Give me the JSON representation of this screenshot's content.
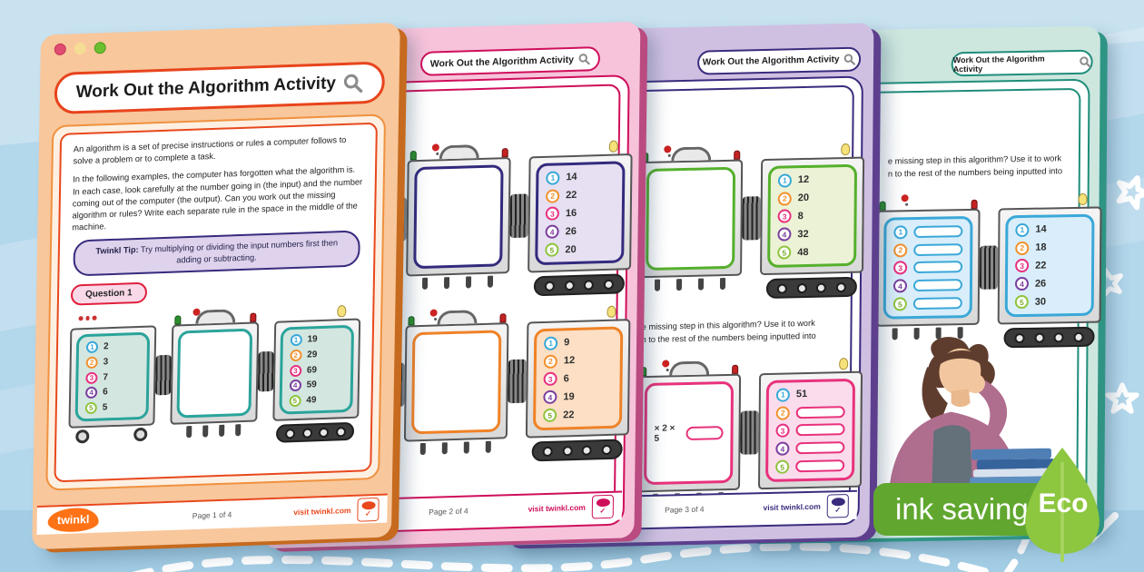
{
  "background": {
    "base_color": "#b3d7eb",
    "star_color": "#ffffff",
    "bottom_band_color": "#98c6df"
  },
  "eco_badge": {
    "label": "ink saving",
    "eco_label": "Eco",
    "pill_color": "#61a72f",
    "leaf_color": "#8dc63f"
  },
  "footer": {
    "visit_label": "visit twinkl.com",
    "brand": "twinkl",
    "badge_check": "✓"
  },
  "row_numbers": [
    "1",
    "2",
    "3",
    "4",
    "5"
  ],
  "colors": {
    "circle_row_colors": [
      "#3aa8d8",
      "#f2912d",
      "#e73180",
      "#7b3f9e",
      "#8fc43f"
    ],
    "window_dots": [
      "#e14d72",
      "#f6dd95",
      "#6cbf2f"
    ],
    "page_accents": [
      "#e8481c",
      "#cf0e5b",
      "#3b2b7d",
      "#1f8d7a"
    ]
  },
  "pages": [
    {
      "title": "Work Out the Algorithm Activity",
      "theme": {
        "win": "#f8c79c",
        "edge": "#c56a1e",
        "accent": "#e8481c"
      },
      "intro_paragraph_1": "An algorithm is a set of precise instructions or rules a computer follows to solve a problem or to complete a task.",
      "intro_paragraph_2": "In the following examples, the computer has forgotten what the algorithm is. In each case, look carefully at the number going in (the input) and the number coming out of the computer (the output). Can you work out the missing algorithm or rules? Write each separate rule in the space in the middle of the machine.",
      "tip_label": "Twinkl Tip:",
      "tip_text": "Try multiplying or dividing the input numbers first then adding or subtracting.",
      "question_label": "Question 1",
      "input_values": [
        "2",
        "3",
        "7",
        "6",
        "5"
      ],
      "output_values": [
        "19",
        "29",
        "69",
        "59",
        "49"
      ],
      "page_label": "Page 1 of 4"
    },
    {
      "title": "Work Out the Algorithm Activity",
      "theme": {
        "win": "#f6c3da",
        "edge": "#b94b80",
        "accent": "#cf0e5b"
      },
      "machine_groups": [
        {
          "output_values": [
            "14",
            "22",
            "16",
            "26",
            "20"
          ]
        },
        {
          "output_values": [
            "9",
            "12",
            "6",
            "19",
            "22"
          ]
        }
      ],
      "page_label": "Page 2 of 4"
    },
    {
      "title": "Work Out the Algorithm Activity",
      "theme": {
        "win": "#cfc0e2",
        "edge": "#5d3f8e",
        "accent": "#3b2b7d"
      },
      "question_fragment_line1": "e missing step in this algorithm? Use it to work",
      "question_fragment_line2": "n to the rest of the numbers being inputted into",
      "machine_groups": [
        {
          "output_values": [
            "12",
            "20",
            "8",
            "32",
            "48"
          ]
        },
        {
          "rule_text": "× 2  × 5",
          "output_first_value": "51"
        }
      ],
      "page_label": "Page 3 of 4"
    },
    {
      "title": "Work Out the Algorithm Activity",
      "theme": {
        "win": "#cde7df",
        "edge": "#2f9483",
        "accent": "#1f8d7a"
      },
      "question_fragment_line1": "e missing step in this algorithm? Use it to work",
      "question_fragment_line2": "n to the rest of the numbers being inputted into",
      "output_values": [
        "14",
        "18",
        "22",
        "26",
        "30"
      ]
    }
  ]
}
